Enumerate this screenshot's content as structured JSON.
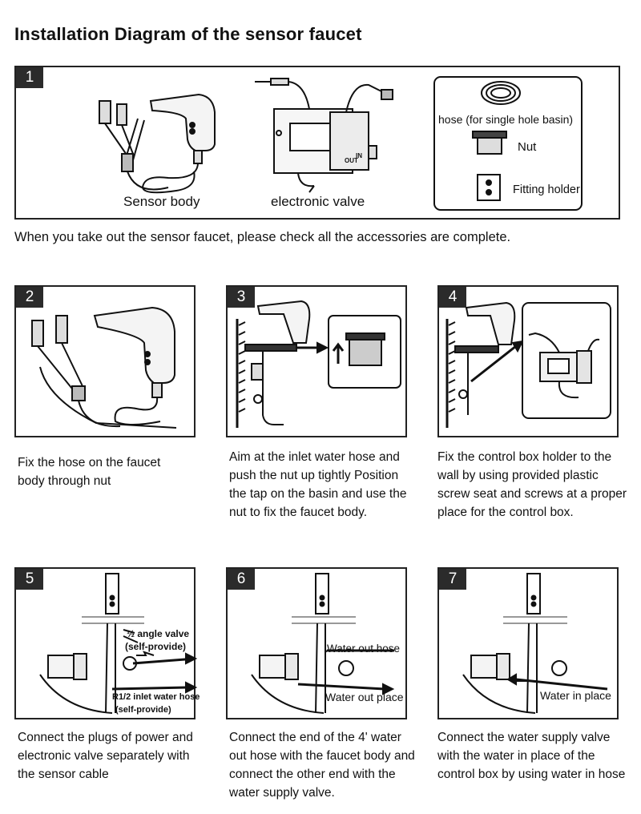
{
  "title": "Installation Diagram of the sensor faucet",
  "step1": {
    "number": "1",
    "sensor_body": "Sensor body",
    "electronic_valve": "electronic valve",
    "hose": "hose (for single hole basin)",
    "nut": "Nut",
    "fitting_holder": "Fitting holder",
    "valve_in": "IN",
    "valve_out": "OUT"
  },
  "note": "When you take out the sensor faucet, please check all the accessories are complete.",
  "step2": {
    "number": "2",
    "caption": "Fix the hose on the faucet body through nut"
  },
  "step3": {
    "number": "3",
    "caption": "Aim at the inlet water hose and push the nut up tightly Position the tap on the basin and use the nut to fix the faucet body."
  },
  "step4": {
    "number": "4",
    "caption": "Fix the control box holder to the wall by using provided plastic screw seat and screws at a proper place for the control box."
  },
  "step5": {
    "number": "5",
    "angle_valve": "½ angle valve",
    "angle_valve_note": "(self-provide)",
    "inlet_hose": "R1/2 inlet water hose",
    "inlet_hose_note": "(self-provide)",
    "caption": "Connect the plugs of power and electronic valve separately with the sensor cable"
  },
  "step6": {
    "number": "6",
    "water_out_hose": "Water out hose",
    "water_out_place": "Water out place",
    "caption": "Connect the end of the 4' water out hose with the faucet body and connect the other end with the water supply valve."
  },
  "step7": {
    "number": "7",
    "water_in_place": "Water in place",
    "caption": "Connect the water supply valve with the water in place of the control box by using water in hose"
  }
}
